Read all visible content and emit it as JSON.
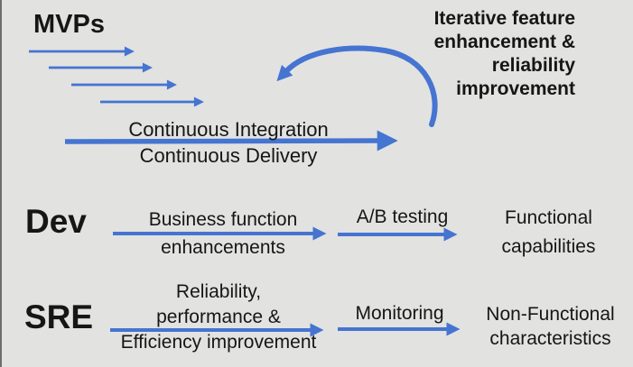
{
  "colors": {
    "background": "#e2e2e1",
    "arrow_blue": "#4574d1",
    "text": "#161616"
  },
  "top_section": {
    "mvps_label": "MVPs",
    "cicd_label": "Continuous Integration\nContinuous Delivery",
    "iteration_label": "Iterative feature\nenhancement &\nreliability\nimprovement"
  },
  "dev_row": {
    "label": "Dev",
    "stage1_label": "Business function\nenhancements",
    "stage2_label": "A/B testing",
    "outcome_label": "Functional\ncapabilities"
  },
  "sre_row": {
    "label": "SRE",
    "stage1_label": "Reliability,\nperformance &\nEfficiency improvement",
    "stage2_label": "Monitoring",
    "outcome_label": "Non-Functional\ncharacteristics"
  }
}
